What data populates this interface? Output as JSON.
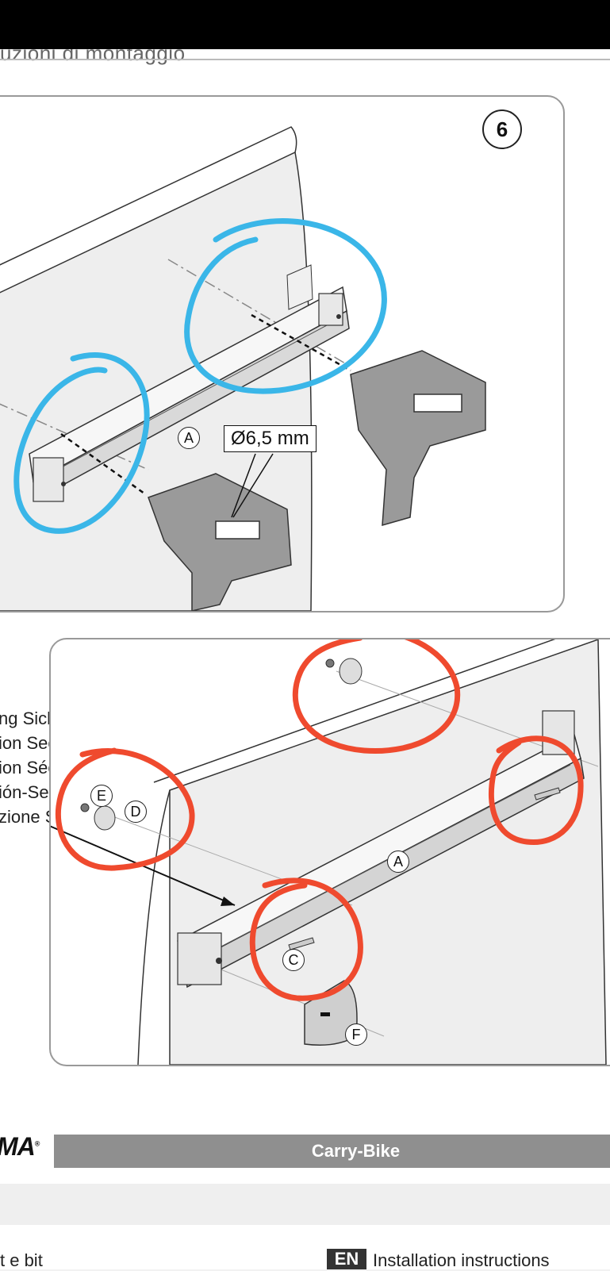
{
  "document": {
    "header_fragment": "uzioni di montaggio",
    "step_number": "6",
    "drill_size": "Ø6,5 mm",
    "part_labels": {
      "A": "A",
      "C": "C",
      "D": "D",
      "E": "E",
      "F": "F"
    },
    "language_fragments": [
      "ng Sicherheit",
      "ion Security",
      "ion Sécurité",
      "ión-Seguridad",
      "zione Sicurezza"
    ],
    "brand_fragment": "MA",
    "brand_mark": "®",
    "product_name": "Carry-Bike",
    "bottom_left_fragment": "t   e   bit",
    "bottom_badge": "EN",
    "bottom_right_fragment": "Installation instructions"
  },
  "annotations": {
    "blue_color": "#3ab6e8",
    "red_color": "#ef4a2e"
  }
}
